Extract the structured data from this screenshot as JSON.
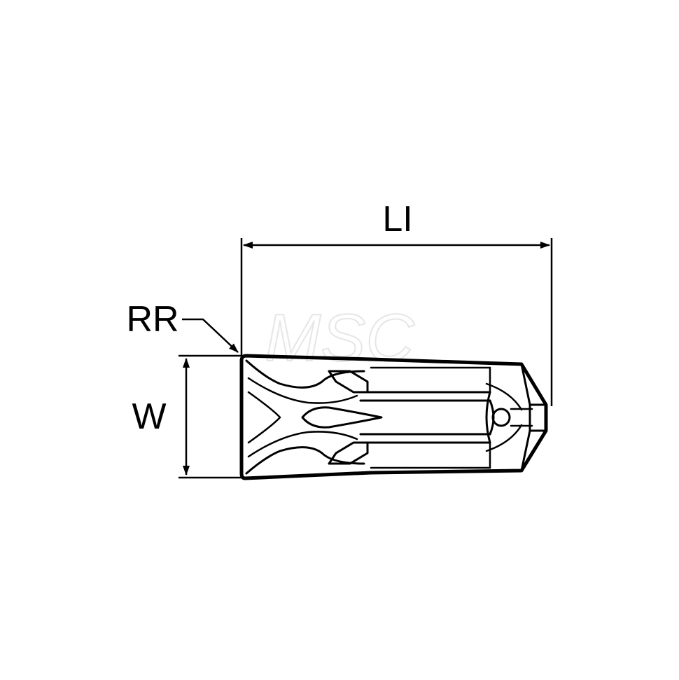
{
  "labels": {
    "length": "LI",
    "corner_radius": "RR",
    "width": "W"
  },
  "watermark": "MSC",
  "colors": {
    "ink": "#000000",
    "background": "#ffffff",
    "watermark": "#eeeeee"
  }
}
